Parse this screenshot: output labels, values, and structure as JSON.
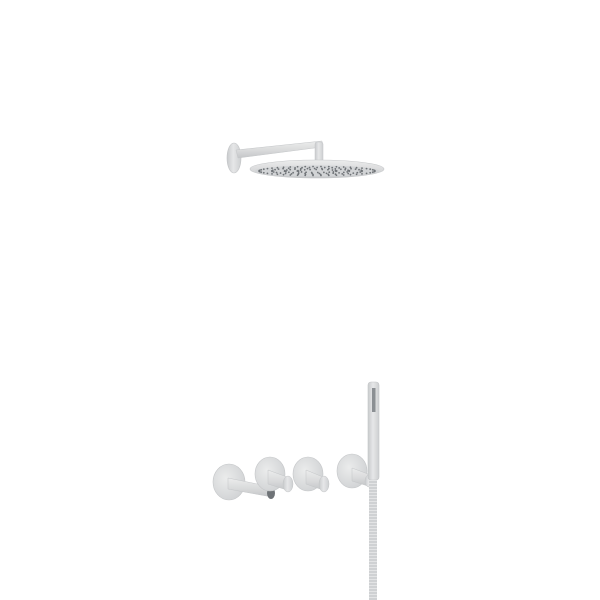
{
  "scene": {
    "background": "#ffffff",
    "fixture_color": "#d9dadb",
    "fixture_shade": "#c4c6c8",
    "fixture_highlight": "#eceded",
    "nozzle_color": "#6f7377",
    "objects": [
      "rain-shower-head",
      "shower-arm",
      "wall-flange",
      "spout",
      "valve-handle",
      "hand-shower",
      "shower-hose"
    ]
  }
}
